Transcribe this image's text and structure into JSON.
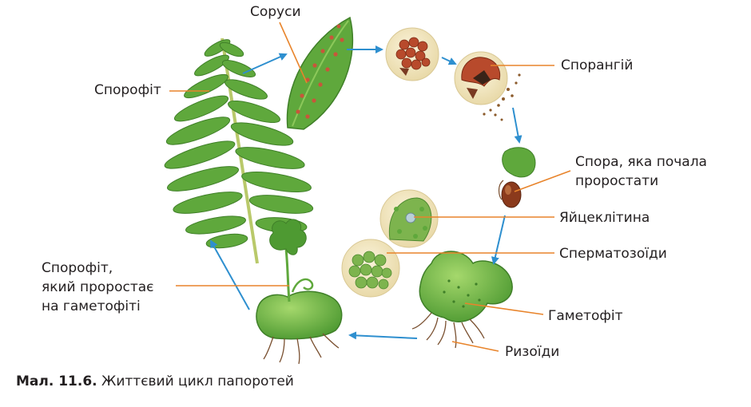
{
  "labels": {
    "sorusy": "Соруси",
    "sporofit": "Спорофіт",
    "sporangiy": "Спорангій",
    "spora_1": "Спора, яка почала",
    "spora_2": "проростати",
    "yaytseklityna": "Яйцеклітина",
    "spermatozoidy": "Сперматозоїди",
    "gametofit": "Гаметофіт",
    "ryzoidy": "Ризоїди",
    "young_1": "Спорофіт,",
    "young_2": "який проростає",
    "young_3": "на гаметофіті"
  },
  "caption": {
    "number": "Мал. 11.6.",
    "text": "Життєвий цикл папоротей"
  },
  "colors": {
    "arrow": "#2e8fcf",
    "leader": "#e8842b",
    "leaf": "#5fa83c",
    "leaf_light": "#8cc85a",
    "sorus": "#c8563a",
    "circle_bg": "#f2e6bf",
    "spore": "#8b3a1c"
  }
}
